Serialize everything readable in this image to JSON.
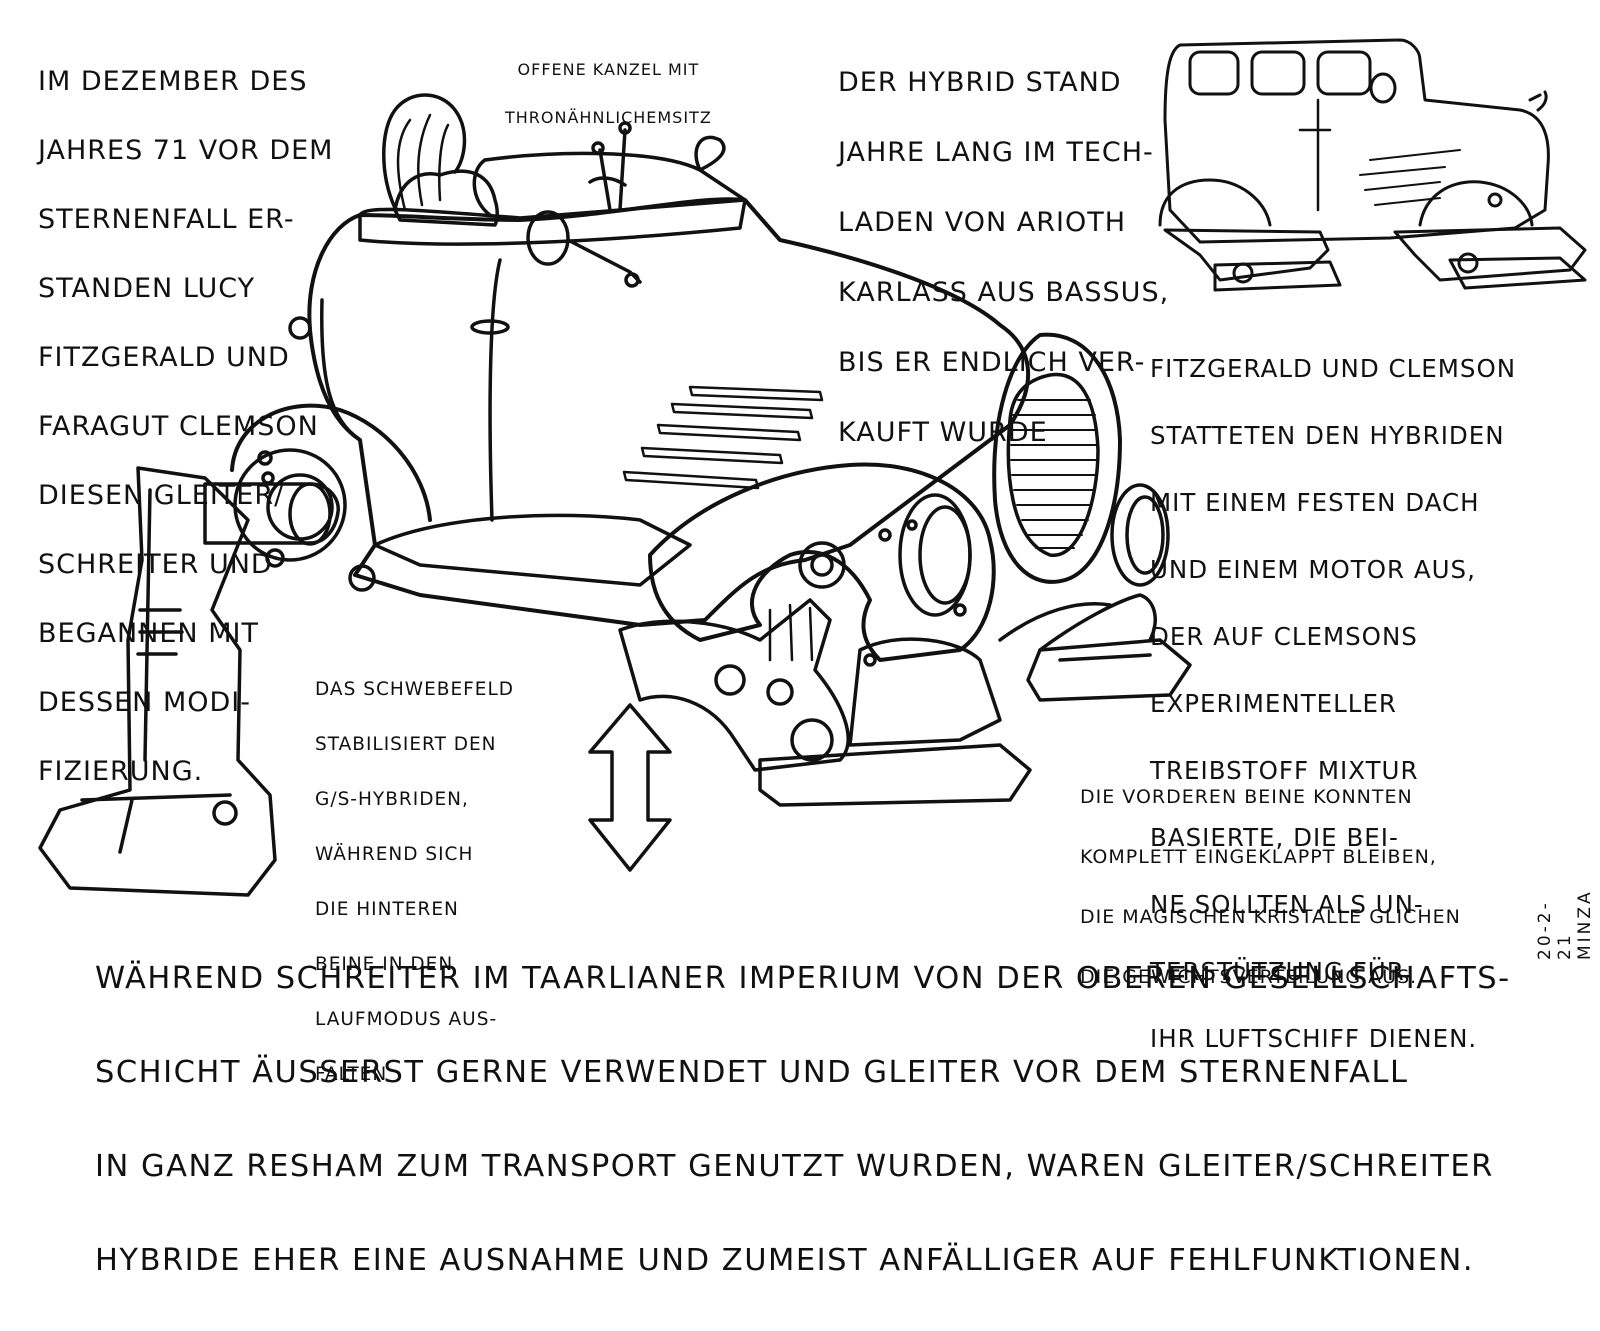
{
  "notes": {
    "intro": [
      "IM DEZEMBER DES",
      "JAHRES 71 VOR DEM",
      "STERNENFALL ER-",
      "STANDEN LUCY",
      "FITZGERALD UND",
      "FARAGUT CLEMSON",
      "DIESEN GLEITER/",
      "SCHREITER UND",
      "BEGANNEN MIT",
      "DESSEN MODI-",
      "FIZIERUNG."
    ],
    "canopy": [
      "OFFENE KANZEL MIT",
      "THRONÄHNLICHEMSITZ"
    ],
    "shop": [
      "DER HYBRID STAND",
      "JAHRE LANG IM TECH-",
      "LADEN VON ARIOTH",
      "KARLASS AUS BASSUS,",
      "BIS ER ENDLICH VER-",
      "KAUFT WURDE"
    ],
    "roof_motor": [
      "FITZGERALD UND CLEMSON",
      "STATTETEN DEN HYBRIDEN",
      "MIT EINEM FESTEN DACH",
      "UND EINEM MOTOR AUS,",
      "DER AUF CLEMSONS",
      "EXPERIMENTELLER",
      "TREIBSTOFF MIXTUR",
      "BASIERTE, DIE BEI-",
      "NE SOLLTEN ALS UN-",
      "TERSTÜTZUNG FÜR",
      "IHR LUFTSCHIFF DIENEN."
    ],
    "hover_field": [
      "DAS SCHWEBEFELD",
      "STABILISIERT DEN",
      "G/S-HYBRIDEN,",
      "WÄHREND SICH",
      "DIE HINTEREN",
      "BEINE IN DEN",
      "LAUFMODUS AUS-",
      "FALTEN"
    ],
    "front_legs": [
      "DIE VORDEREN BEINE KONNTEN",
      "KOMPLETT EINGEKLAPPT BLEIBEN,",
      "DIE MAGISCHEN KRISTALLE GLICHEN",
      "DIE GEWICHTSVERTEILUNG AUS."
    ],
    "bottom": [
      "WÄHREND SCHREITER IM TAARLIANER IMPERIUM VON DER OBEREN GESELLSCHAFTS-",
      "SCHICHT ÄUSSERST GERNE VERWENDET UND GLEITER VOR DEM STERNENFALL",
      "IN GANZ RESHAM ZUM TRANSPORT GENUTZT WURDEN, WAREN GLEITER/SCHREITER",
      "HYBRIDE EHER EINE AUSNAHME UND ZUMEIST ANFÄLLIGER AUF FEHLFUNKTIONEN."
    ]
  },
  "signature": "20-2-21 MINZA",
  "colors": {
    "ink": "#111111",
    "paper": "#ffffff"
  }
}
